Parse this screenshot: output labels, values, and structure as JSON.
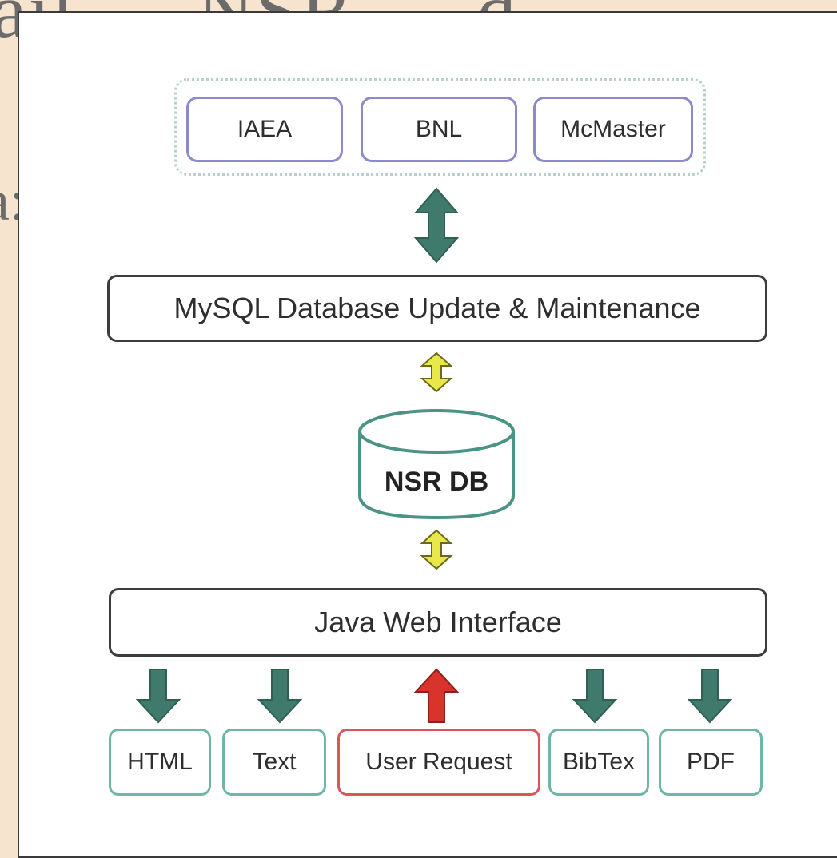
{
  "background": {
    "title_fragment": "ail — NSR — d",
    "side_fragment": "a:"
  },
  "diagram": {
    "sources": [
      "IAEA",
      "BNL",
      "McMaster"
    ],
    "maintenance_label": "MySQL Database Update & Maintenance",
    "database_label": "NSR DB",
    "interface_label": "Java Web Interface",
    "outputs": [
      "HTML",
      "Text",
      "User Request",
      "BibTex",
      "PDF"
    ]
  },
  "colors": {
    "teal_arrow": "#3f7a6d",
    "yellow_arrow": "#e9e84a",
    "red_arrow": "#d8342c",
    "source_border": "#8d8ac9",
    "output_border": "#6fb6a9",
    "request_border": "#d9565a"
  },
  "icons": {
    "double_arrow_large": "double-arrow-icon",
    "double_arrow_small": "double-arrow-icon",
    "down_arrow": "arrow-down-icon",
    "up_arrow": "arrow-up-icon",
    "database": "database-cylinder-icon"
  }
}
